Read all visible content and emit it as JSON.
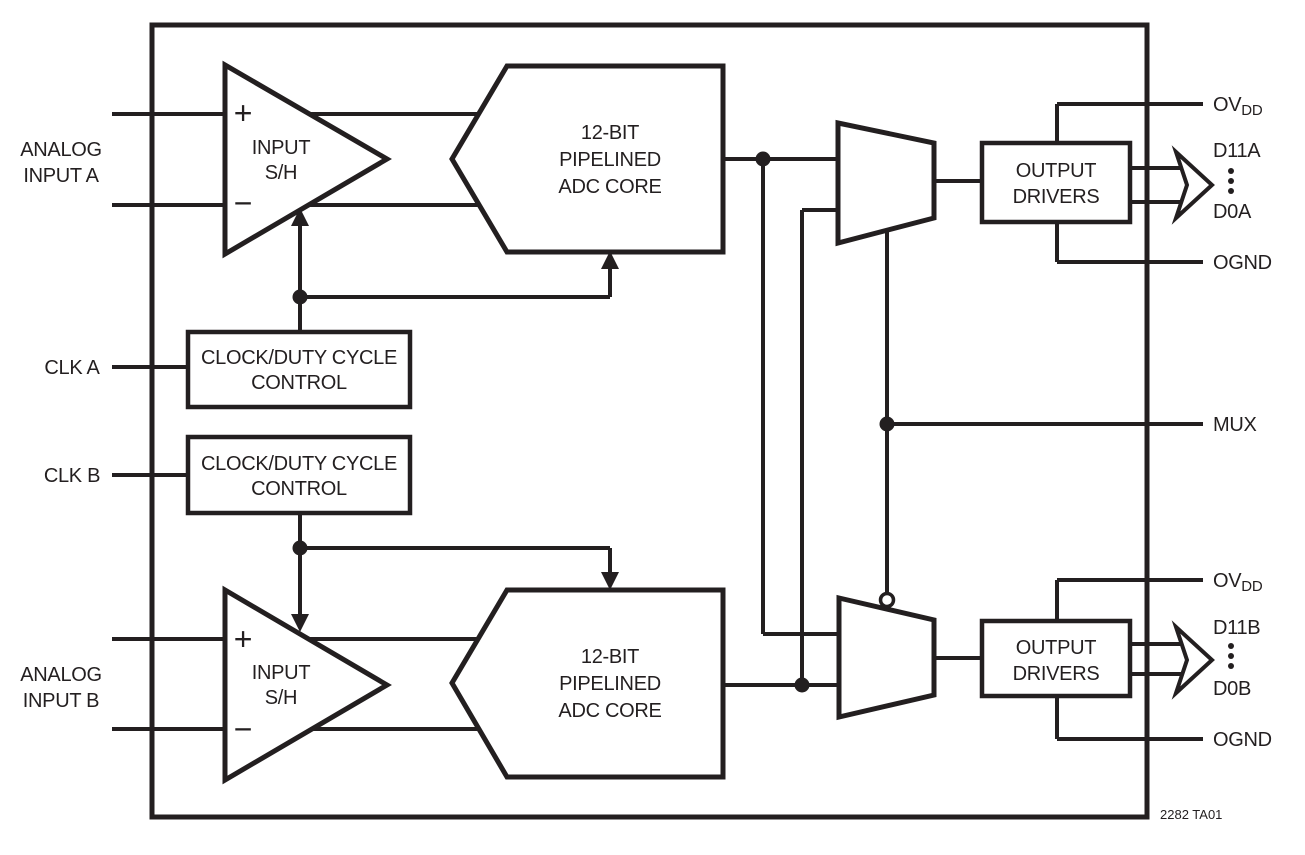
{
  "diagram": {
    "note": "2282 TA01",
    "colors": {
      "ink": "#231f20",
      "background": "#ffffff"
    },
    "pins_left": {
      "analog_input_a": {
        "line1": "ANALOG",
        "line2": "INPUT A"
      },
      "clk_a": {
        "label": "CLK A"
      },
      "clk_b": {
        "label": "CLK B"
      },
      "analog_input_b": {
        "line1": "ANALOG",
        "line2": "INPUT B"
      }
    },
    "pins_right": {
      "ovdd_a": {
        "base": "OV",
        "sub": "DD"
      },
      "d11a": {
        "label": "D11A"
      },
      "d0a": {
        "label": "D0A"
      },
      "ognd_a": {
        "label": "OGND"
      },
      "mux": {
        "label": "MUX"
      },
      "ovdd_b": {
        "base": "OV",
        "sub": "DD"
      },
      "d11b": {
        "label": "D11B"
      },
      "d0b": {
        "label": "D0B"
      },
      "ognd_b": {
        "label": "OGND"
      }
    },
    "blocks": {
      "input_sh_a": {
        "plus": "+",
        "minus": "−",
        "line1": "INPUT",
        "line2": "S/H"
      },
      "input_sh_b": {
        "plus": "+",
        "minus": "−",
        "line1": "INPUT",
        "line2": "S/H"
      },
      "adc_core_a": {
        "line1": "12-BIT",
        "line2": "PIPELINED",
        "line3": "ADC CORE"
      },
      "adc_core_b": {
        "line1": "12-BIT",
        "line2": "PIPELINED",
        "line3": "ADC CORE"
      },
      "clock_a": {
        "line1": "CLOCK/DUTY CYCLE",
        "line2": "CONTROL"
      },
      "clock_b": {
        "line1": "CLOCK/DUTY CYCLE",
        "line2": "CONTROL"
      },
      "output_drivers_a": {
        "line1": "OUTPUT",
        "line2": "DRIVERS"
      },
      "output_drivers_b": {
        "line1": "OUTPUT",
        "line2": "DRIVERS"
      }
    }
  }
}
